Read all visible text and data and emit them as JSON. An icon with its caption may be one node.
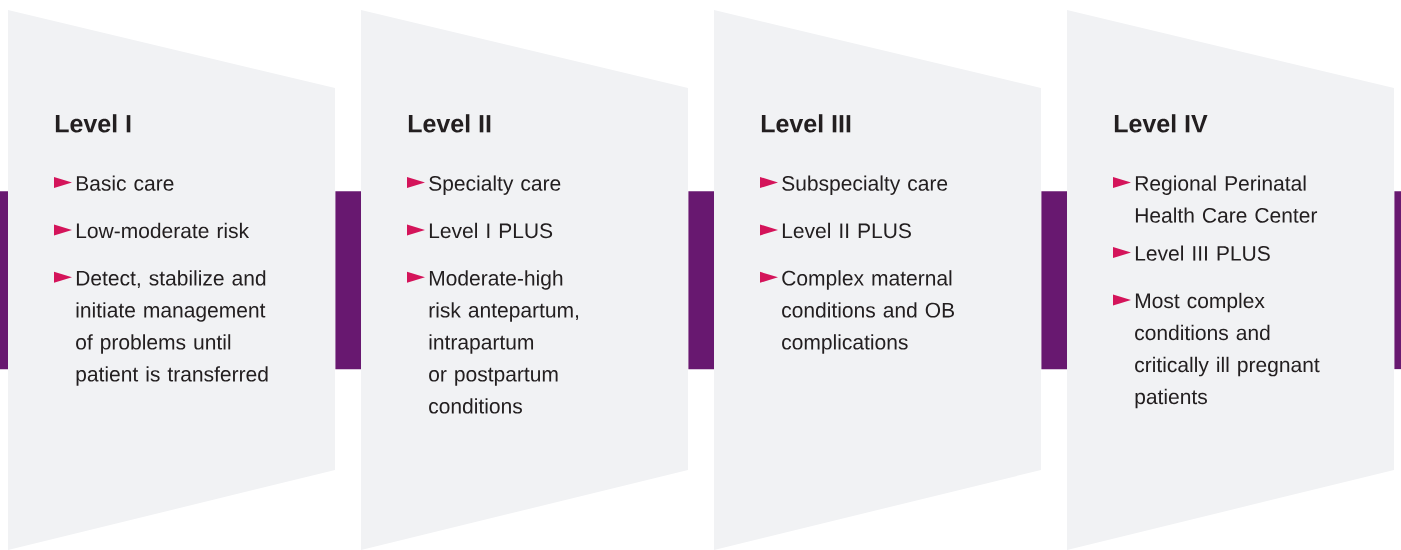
{
  "diagram": {
    "nodes": [
      {
        "text": [
          "Level I",
          "Basic care",
          "Low-moderate risk",
          "Detect, stabilize and initiate management of problems until patient is transferred"
        ]
      },
      {
        "text": [
          "Level II",
          "Specialty care",
          "Level I PLUS",
          "Moderate-high risk antepartum, intrapartum or postpartum conditions"
        ]
      },
      {
        "text": [
          "Level III",
          "Subspecialty care",
          "Level II PLUS",
          "Complex maternal conditions and OB complications"
        ]
      },
      {
        "text": [
          "Level IV",
          "Regional Perinatal Health Care Center",
          "Level III PLUS",
          "Most complex conditions and critically ill pregnant patients"
        ]
      }
    ],
    "edges": [
      {
        "from": null,
        "to": 0,
        "arrow": "none"
      },
      {
        "from": 0,
        "to": 1,
        "arrow": "none"
      },
      {
        "from": 1,
        "to": 2,
        "arrow": "none"
      },
      {
        "from": 2,
        "to": 3,
        "arrow": "none"
      },
      {
        "from": 3,
        "to": null,
        "arrow": "none"
      }
    ]
  }
}
